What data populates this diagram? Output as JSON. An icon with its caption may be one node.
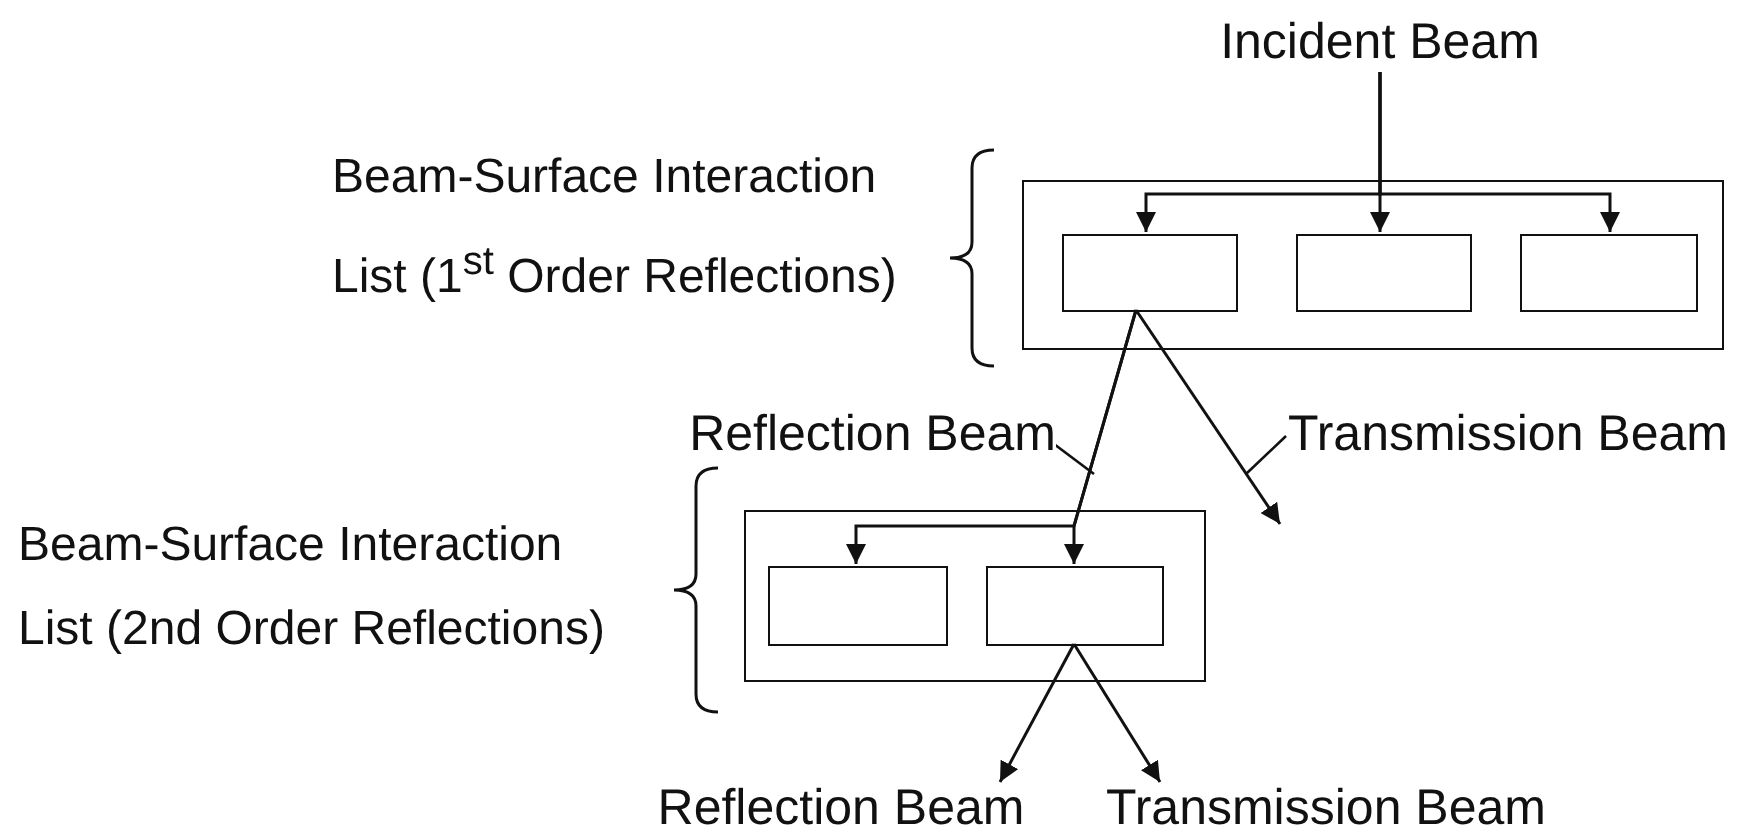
{
  "diagram": {
    "nodes": [
      {
        "text": [
          "Incident Beam"
        ]
      },
      {
        "text": [
          "Beam-Surface Interaction List (1$^{st}$ Order Reflections)"
        ]
      },
      {
        "text": [],
        "shape": "box",
        "in": 1
      },
      {
        "text": [],
        "shape": "box",
        "in": 1
      },
      {
        "text": [],
        "shape": "box",
        "in": 1
      },
      {
        "text": [
          "Beam-Surface Interaction List (2nd Order Reflections)"
        ]
      },
      {
        "text": [],
        "shape": "box",
        "in": 5
      },
      {
        "text": [],
        "shape": "box",
        "in": 5
      },
      {
        "text": [
          "Reflection Beam"
        ]
      },
      {
        "text": [
          "Transmission Beam"
        ]
      }
    ],
    "edges": [
      {
        "from": 0,
        "to": 2,
        "arrow": "to"
      },
      {
        "from": 0,
        "to": 3,
        "arrow": "to"
      },
      {
        "from": 0,
        "to": 4,
        "arrow": "to"
      },
      {
        "from": 2,
        "to": 6,
        "arrow": "to"
      },
      {
        "from": 2,
        "to": 7,
        "arrow": "to",
        "label": "Reflection Beam"
      },
      {
        "from": 2,
        "to": null,
        "arrow": "to",
        "label": "Transmission Beam"
      },
      {
        "from": 7,
        "to": 8,
        "arrow": "to"
      },
      {
        "from": 7,
        "to": 9,
        "arrow": "to"
      }
    ]
  }
}
